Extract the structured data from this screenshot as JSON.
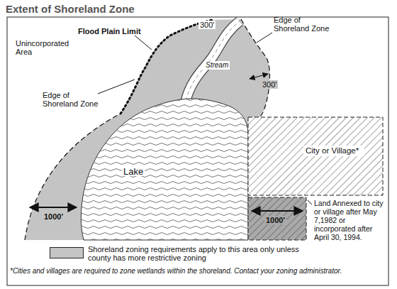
{
  "diagram": {
    "title": "Extent of Shoreland Zone",
    "nodes": [
      {
        "text": [
          "City or Village*"
        ]
      }
    ],
    "labels": [
      "Unincorporated Area",
      "Flood Plain Limit",
      "300'",
      "Edge of Shoreland Zone",
      "Stream",
      "300'",
      "Edge of Shoreland Zone",
      "Lake",
      "1000'",
      "1000'",
      "Land Annexed to city or village after May 7,1982 or incorporated after April 30, 1994."
    ],
    "legend": [
      {
        "text": "Shoreland zoning requirements apply to this area only unless county has more restrictive zoning",
        "color": "#c4c4c4"
      }
    ],
    "caption": "*Cities and villages are required to zone wetlands within the shoreland. Contact your zoning administrator."
  }
}
